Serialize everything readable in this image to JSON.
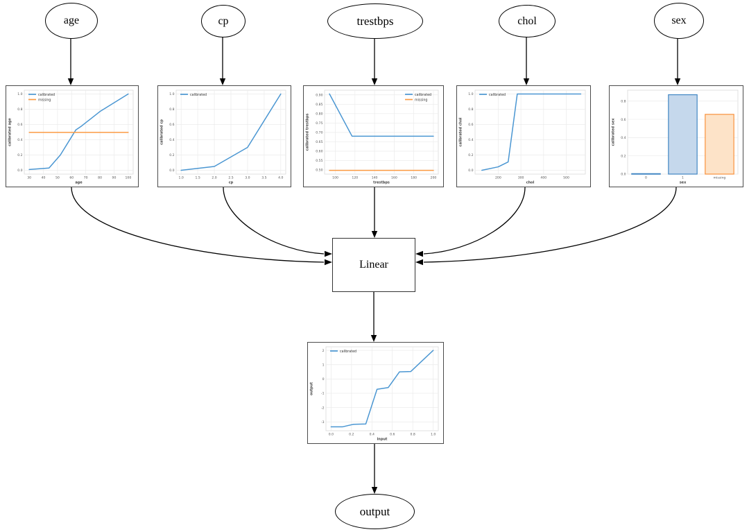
{
  "diagram": {
    "nodes": [
      {
        "id": "age",
        "label": "age",
        "shape": "ellipse"
      },
      {
        "id": "cp",
        "label": "cp",
        "shape": "ellipse"
      },
      {
        "id": "trestbps",
        "label": "trestbps",
        "shape": "ellipse"
      },
      {
        "id": "chol",
        "label": "chol",
        "shape": "ellipse"
      },
      {
        "id": "sex",
        "label": "sex",
        "shape": "ellipse"
      },
      {
        "id": "linear",
        "label": "Linear",
        "shape": "box"
      },
      {
        "id": "output",
        "label": "output",
        "shape": "ellipse"
      }
    ],
    "edges": [
      {
        "from": "age",
        "to": "age-plot"
      },
      {
        "from": "cp",
        "to": "cp-plot"
      },
      {
        "from": "trestbps",
        "to": "trestbps-plot"
      },
      {
        "from": "chol",
        "to": "chol-plot"
      },
      {
        "from": "sex",
        "to": "sex-plot"
      },
      {
        "from": "age-plot",
        "to": "linear"
      },
      {
        "from": "cp-plot",
        "to": "linear"
      },
      {
        "from": "trestbps-plot",
        "to": "linear"
      },
      {
        "from": "chol-plot",
        "to": "linear"
      },
      {
        "from": "sex-plot",
        "to": "linear"
      },
      {
        "from": "linear",
        "to": "output-plot"
      },
      {
        "from": "output-plot",
        "to": "output"
      }
    ]
  },
  "colors": {
    "line_blue": "#4a96d2",
    "line_orange": "#fb9b43",
    "bar_blue_fill": "#c5d8ec",
    "bar_blue_edge": "#4186c3",
    "bar_orange_fill": "#fde3c8",
    "bar_orange_edge": "#f8913c",
    "edge": "#000000",
    "grid": "#ebebeb"
  },
  "chart_data": [
    {
      "name": "age",
      "type": "line",
      "xlabel": "age",
      "ylabel": "calibrated age",
      "xlim": [
        26.5,
        103.5
      ],
      "ylim": [
        -0.05,
        1.05
      ],
      "xticks": [
        30,
        40,
        50,
        60,
        70,
        80,
        90,
        100
      ],
      "xtick_labels": [
        "30",
        "40",
        "50",
        "60",
        "70",
        "80",
        "90",
        "100"
      ],
      "yticks": [
        0,
        0.2,
        0.4,
        0.6,
        0.8,
        1
      ],
      "ytick_labels": [
        "0.0",
        "0.2",
        "0.4",
        "0.6",
        "0.8",
        "1.0"
      ],
      "legend_pos": "tl",
      "margin_left": 26,
      "series": [
        {
          "name": "calibrated",
          "color": "#4a96d2",
          "x": [
            30,
            44,
            52,
            63,
            67,
            80,
            100
          ],
          "y": [
            0.01,
            0.03,
            0.2,
            0.53,
            0.58,
            0.77,
            1.0
          ]
        },
        {
          "name": "missing",
          "color": "#fb9b43",
          "x": [
            30,
            100
          ],
          "y": [
            0.497,
            0.497
          ]
        }
      ]
    },
    {
      "name": "cp",
      "type": "line",
      "xlabel": "cp",
      "ylabel": "calibrated cp",
      "xlim": [
        0.85,
        4.15
      ],
      "ylim": [
        -0.05,
        1.05
      ],
      "xticks": [
        1.0,
        1.5,
        2.0,
        2.5,
        3.0,
        3.5,
        4.0
      ],
      "xtick_labels": [
        "1.0",
        "1.5",
        "2.0",
        "2.5",
        "3.0",
        "3.5",
        "4.0"
      ],
      "yticks": [
        0,
        0.2,
        0.4,
        0.6,
        0.8,
        1
      ],
      "ytick_labels": [
        "0.0",
        "0.2",
        "0.4",
        "0.6",
        "0.8",
        "1.0"
      ],
      "legend_pos": "tl",
      "margin_left": 26,
      "series": [
        {
          "name": "calibrated",
          "color": "#4a96d2",
          "x": [
            1,
            2,
            3,
            4
          ],
          "y": [
            0.0,
            0.05,
            0.3,
            1.0
          ]
        }
      ]
    },
    {
      "name": "trestbps",
      "type": "line",
      "xlabel": "trestbps",
      "ylabel": "calibrated trestbps",
      "xlim": [
        89,
        205
      ],
      "ylim": [
        0.478,
        0.925
      ],
      "xticks": [
        100,
        120,
        140,
        160,
        180,
        200
      ],
      "xtick_labels": [
        "100",
        "120",
        "140",
        "160",
        "180",
        "200"
      ],
      "yticks": [
        0.5,
        0.55,
        0.6,
        0.65,
        0.7,
        0.75,
        0.8,
        0.85,
        0.9
      ],
      "ytick_labels": [
        "0.50",
        "0.55",
        "0.60",
        "0.65",
        "0.70",
        "0.75",
        "0.80",
        "0.85",
        "0.90"
      ],
      "legend_pos": "tr",
      "margin_left": 30,
      "series": [
        {
          "name": "calibrated",
          "color": "#4a96d2",
          "x": [
            94,
            117,
            200
          ],
          "y": [
            0.905,
            0.68,
            0.68
          ]
        },
        {
          "name": "missing",
          "color": "#fb9b43",
          "x": [
            94,
            200
          ],
          "y": [
            0.498,
            0.498
          ]
        }
      ]
    },
    {
      "name": "chol",
      "type": "line",
      "xlabel": "chol",
      "ylabel": "calibrated chol",
      "xlim": [
        98,
        584
      ],
      "ylim": [
        -0.05,
        1.05
      ],
      "xticks": [
        200,
        300,
        400,
        500
      ],
      "xtick_labels": [
        "200",
        "300",
        "400",
        "500"
      ],
      "yticks": [
        0,
        0.2,
        0.4,
        0.6,
        0.8,
        1
      ],
      "ytick_labels": [
        "0.0",
        "0.2",
        "0.4",
        "0.6",
        "0.8",
        "1.0"
      ],
      "legend_pos": "tl",
      "margin_left": 26,
      "series": [
        {
          "name": "calibrated",
          "color": "#4a96d2",
          "x": [
            128,
            200,
            244,
            284,
            564
          ],
          "y": [
            0.0,
            0.045,
            0.11,
            1.0,
            1.0
          ]
        }
      ]
    },
    {
      "name": "sex",
      "type": "bar",
      "xlabel": "sex",
      "ylabel": "calibrated sex",
      "categories": [
        "0",
        "1",
        "missing"
      ],
      "values": [
        0.005,
        0.87,
        0.655
      ],
      "bar_fill": [
        "#c5d8ec",
        "#c5d8ec",
        "#fde3c8"
      ],
      "bar_edge": [
        "#4186c3",
        "#4186c3",
        "#f8913c"
      ],
      "ylim": [
        0,
        0.92
      ],
      "yticks": [
        0,
        0.2,
        0.4,
        0.6,
        0.8
      ],
      "ytick_labels": [
        "0.0",
        "0.2",
        "0.4",
        "0.6",
        "0.8"
      ],
      "margin_left": 26
    },
    {
      "name": "output",
      "type": "line",
      "xlabel": "input",
      "ylabel": "output",
      "xlim": [
        -0.05,
        1.05
      ],
      "ylim": [
        -3.62,
        2.25
      ],
      "xticks": [
        0,
        0.2,
        0.4,
        0.6,
        0.8,
        1.0
      ],
      "xtick_labels": [
        "0.0",
        "0.2",
        "0.4",
        "0.6",
        "0.8",
        "1.0"
      ],
      "yticks": [
        -3,
        -2,
        -1,
        0,
        1,
        2
      ],
      "ytick_labels": [
        "-3",
        "-2",
        "-1",
        "0",
        "1",
        "2"
      ],
      "legend_pos": "tl",
      "margin_left": 26,
      "series": [
        {
          "name": "calibrated",
          "color": "#4a96d2",
          "x": [
            0.0,
            0.11,
            0.22,
            0.34,
            0.45,
            0.56,
            0.67,
            0.78,
            1.0
          ],
          "y": [
            -3.35,
            -3.35,
            -3.17,
            -3.15,
            -0.72,
            -0.6,
            0.5,
            0.52,
            2.0
          ]
        }
      ]
    }
  ]
}
